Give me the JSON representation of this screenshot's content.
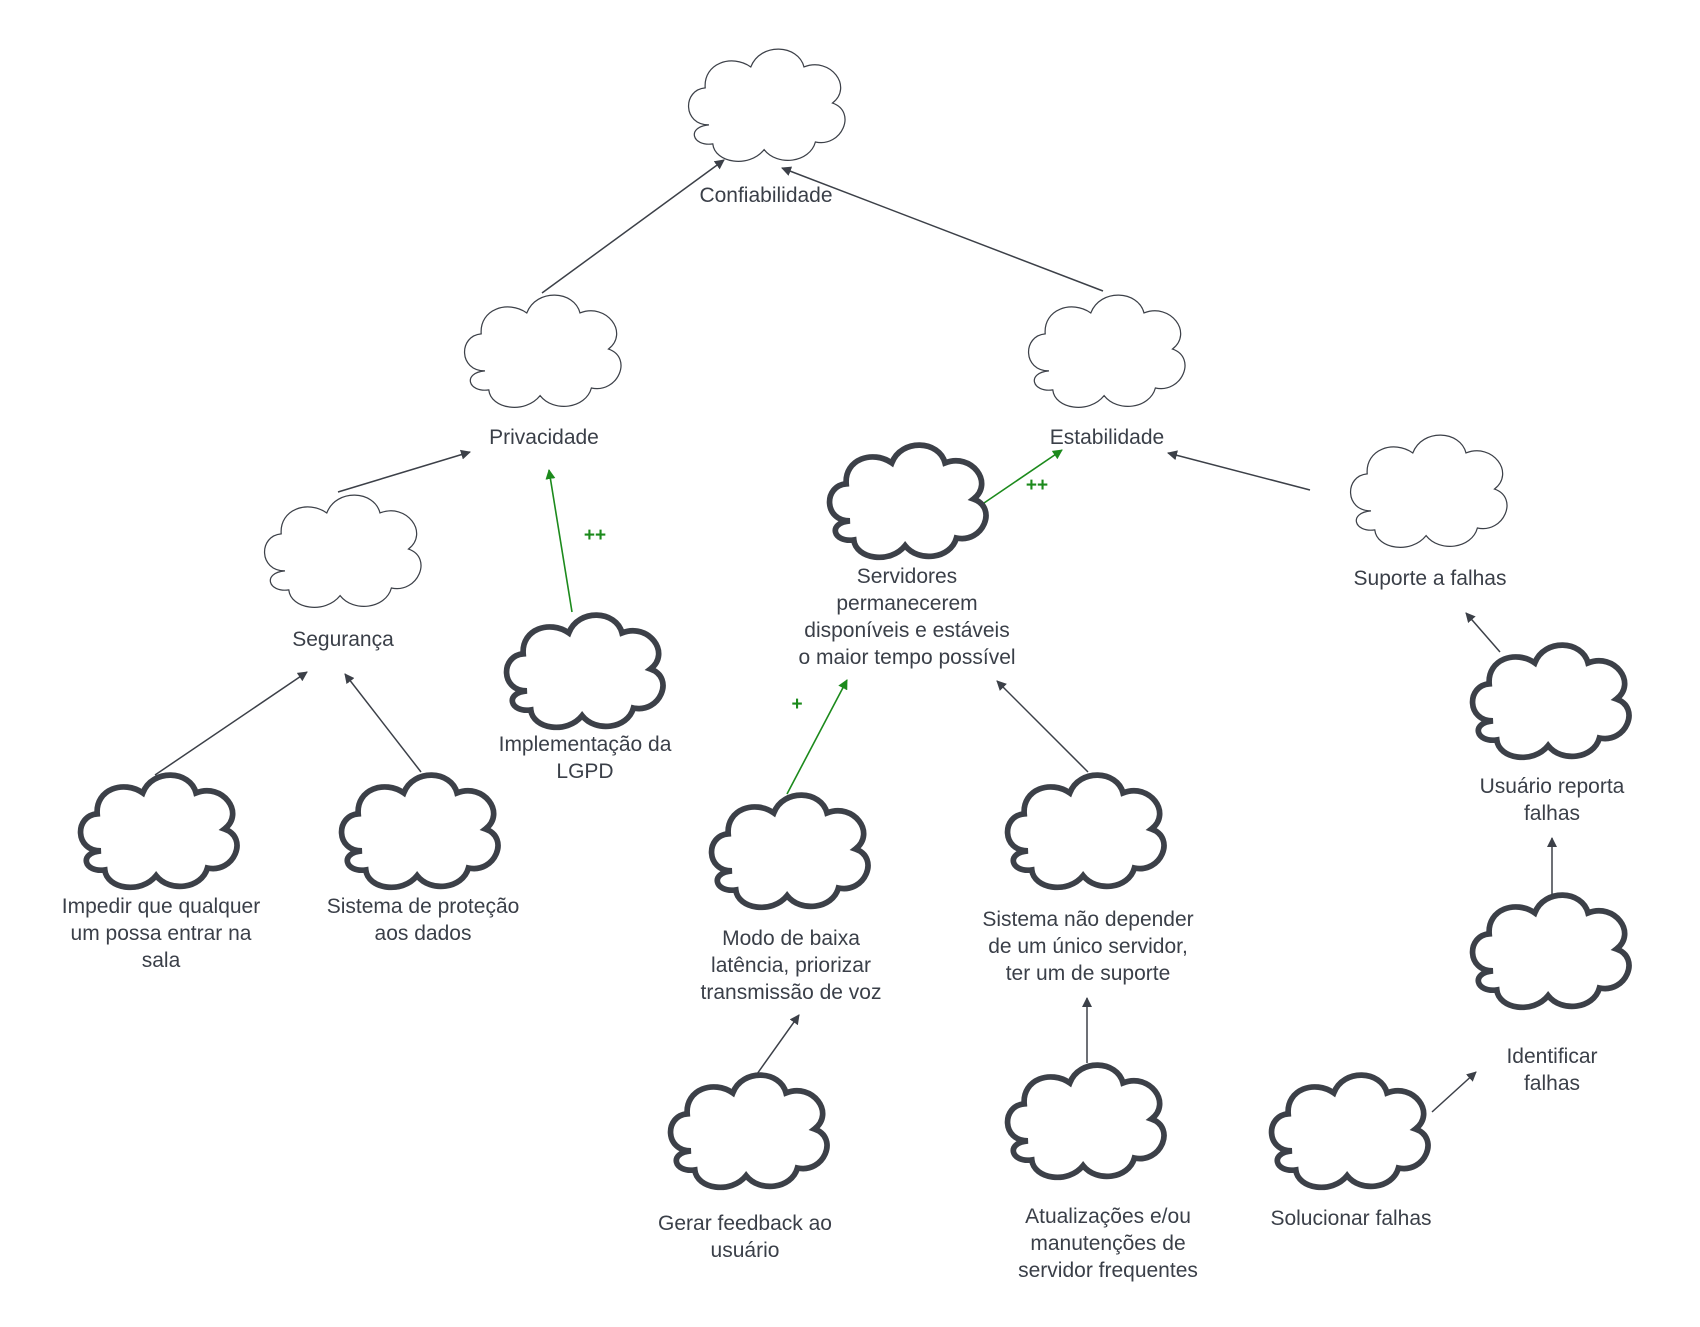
{
  "colors": {
    "line": "#3c4048",
    "positive": "#1c8a1c",
    "text": "#3a3f48"
  },
  "nodes": {
    "confiabilidade": {
      "label": "Confiabilidade",
      "style": "thin"
    },
    "privacidade": {
      "label": "Privacidade",
      "style": "thin"
    },
    "estabilidade": {
      "label": "Estabilidade",
      "style": "thin"
    },
    "seguranca": {
      "label": "Segurança",
      "style": "thin"
    },
    "lgpd": {
      "label": "Implementação da\nLGPD",
      "style": "thick"
    },
    "servidores": {
      "label": "Servidores\npermanecerem\ndisponíveis e estáveis\no maior tempo possível",
      "style": "thick"
    },
    "suporte_falhas": {
      "label": "Suporte a falhas",
      "style": "thin"
    },
    "impedir_sala": {
      "label": "Impedir que qualquer\num possa entrar na\nsala",
      "style": "thick"
    },
    "protecao_dados": {
      "label": "Sistema de proteção\naos dados",
      "style": "thick"
    },
    "baixa_latencia": {
      "label": "Modo de baixa\nlatência, priorizar\ntransmissão de voz",
      "style": "thick"
    },
    "servidor_suporte": {
      "label": "Sistema não depender\nde um único servidor,\nter um de suporte",
      "style": "thick"
    },
    "usuario_reporta": {
      "label": "Usuário reporta falhas",
      "style": "thick"
    },
    "identificar_falhas": {
      "label": "Identificar falhas",
      "style": "thick"
    },
    "feedback_usuario": {
      "label": "Gerar feedback ao\nusuário",
      "style": "thick"
    },
    "atualizacoes": {
      "label": "Atualizações e/ou\nmanutenções de\nservidor frequentes",
      "style": "thick"
    },
    "solucionar_falhas": {
      "label": "Solucionar falhas",
      "style": "thick"
    }
  },
  "links": [
    {
      "from": "privacidade",
      "to": "confiabilidade",
      "kind": "normal"
    },
    {
      "from": "estabilidade",
      "to": "confiabilidade",
      "kind": "normal"
    },
    {
      "from": "seguranca",
      "to": "privacidade",
      "kind": "normal"
    },
    {
      "from": "lgpd",
      "to": "privacidade",
      "kind": "positive",
      "mark": "++"
    },
    {
      "from": "servidores",
      "to": "estabilidade",
      "kind": "positive",
      "mark": "++"
    },
    {
      "from": "suporte_falhas",
      "to": "estabilidade",
      "kind": "normal"
    },
    {
      "from": "impedir_sala",
      "to": "seguranca",
      "kind": "normal"
    },
    {
      "from": "protecao_dados",
      "to": "seguranca",
      "kind": "normal"
    },
    {
      "from": "baixa_latencia",
      "to": "servidores",
      "kind": "positive",
      "mark": "+"
    },
    {
      "from": "servidor_suporte",
      "to": "servidores",
      "kind": "normal"
    },
    {
      "from": "usuario_reporta",
      "to": "suporte_falhas",
      "kind": "normal"
    },
    {
      "from": "identificar_falhas",
      "to": "usuario_reporta",
      "kind": "normal"
    },
    {
      "from": "feedback_usuario",
      "to": "baixa_latencia",
      "kind": "normal"
    },
    {
      "from": "atualizacoes",
      "to": "servidor_suporte",
      "kind": "normal"
    },
    {
      "from": "solucionar_falhas",
      "to": "identificar_falhas",
      "kind": "normal"
    }
  ]
}
